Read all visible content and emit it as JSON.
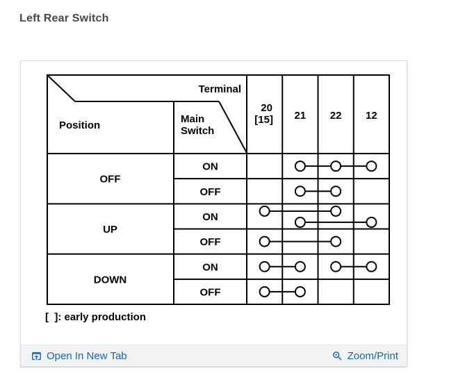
{
  "page": {
    "title": "Left Rear Switch"
  },
  "chart_data": {
    "type": "table",
    "title": "Left Rear Switch terminal continuity",
    "corner": {
      "terminal": "Terminal",
      "position": "Position",
      "main_switch": "Main Switch"
    },
    "terminal_columns": [
      {
        "label": "20",
        "sublabel": "[15]"
      },
      {
        "label": "21"
      },
      {
        "label": "22"
      },
      {
        "label": "12"
      }
    ],
    "rows": [
      {
        "position": "OFF",
        "main_switch": "ON",
        "connections": [
          [
            "21",
            "22",
            "12"
          ]
        ]
      },
      {
        "position": "OFF",
        "main_switch": "OFF",
        "connections": [
          [
            "21",
            "22"
          ]
        ]
      },
      {
        "position": "UP",
        "main_switch": "ON",
        "connections": [
          [
            "20",
            "22"
          ],
          [
            "21",
            "12"
          ]
        ]
      },
      {
        "position": "UP",
        "main_switch": "OFF",
        "connections": [
          [
            "20",
            "22"
          ]
        ]
      },
      {
        "position": "DOWN",
        "main_switch": "ON",
        "connections": [
          [
            "20",
            "21"
          ],
          [
            "22",
            "12"
          ]
        ]
      },
      {
        "position": "DOWN",
        "main_switch": "OFF",
        "connections": [
          [
            "20",
            "21"
          ]
        ]
      }
    ],
    "footnote": "[  ]: early production",
    "line_color": "#000000"
  },
  "footer": {
    "open_link": {
      "label": "Open In New Tab",
      "icon": "open-in-new-tab-icon"
    },
    "zoom_link": {
      "label": "Zoom/Print",
      "icon": "zoom-in-icon"
    },
    "link_color": "#1a63ae"
  }
}
